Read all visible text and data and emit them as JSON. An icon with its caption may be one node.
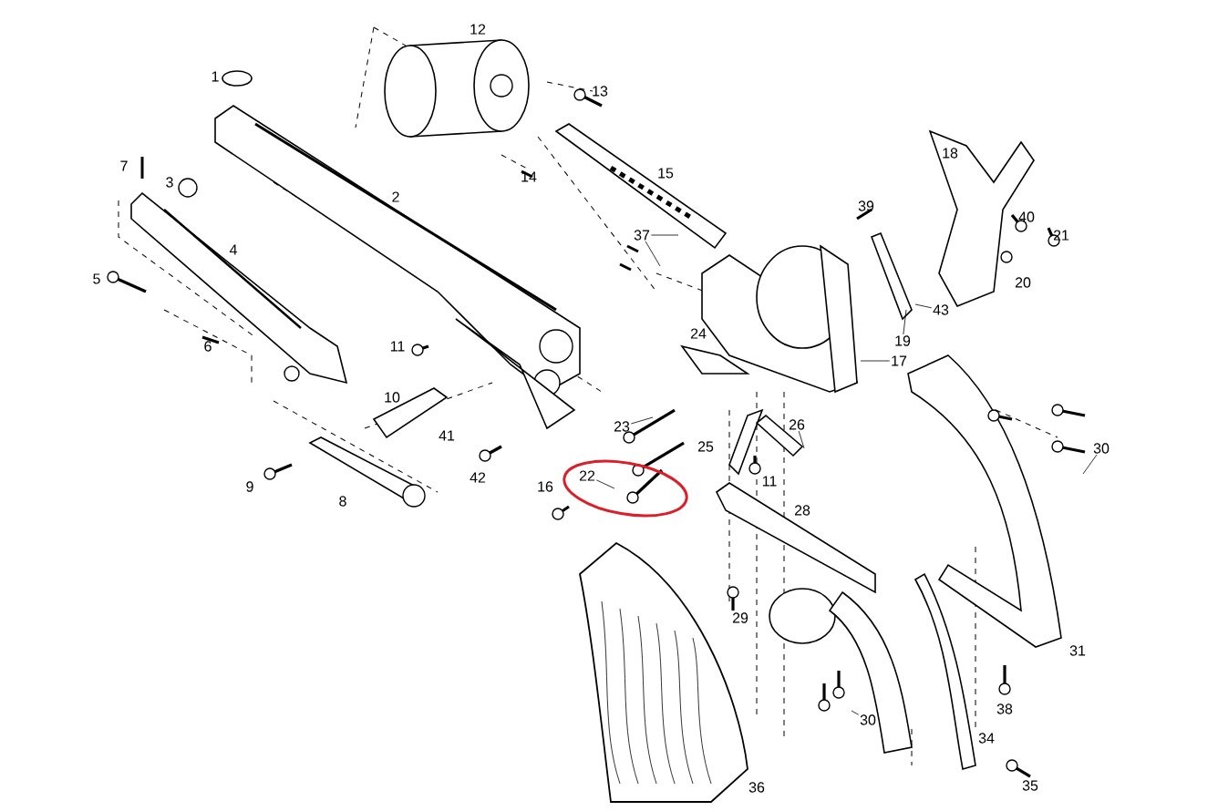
{
  "diagram": {
    "nodes": [
      {
        "text": [],
        "shape": "ellipse"
      },
      {
        "text": [
          "22"
        ],
        "in": 0
      },
      {
        "text": [
          "37"
        ]
      },
      {
        "text": [
          "43"
        ]
      },
      {
        "text": [
          "19"
        ]
      },
      {
        "text": [
          "17"
        ]
      },
      {
        "text": [
          "23"
        ]
      },
      {
        "text": [
          "26"
        ]
      },
      {
        "text": [
          "30"
        ]
      },
      {
        "text": [
          "30"
        ]
      }
    ],
    "edges": [
      {
        "from": 1,
        "to": null,
        "arrow": "none"
      },
      {
        "from": 2,
        "to": null,
        "arrow": "none"
      },
      {
        "from": 2,
        "to": null,
        "arrow": "none"
      },
      {
        "from": 3,
        "to": null,
        "arrow": "none"
      },
      {
        "from": 4,
        "to": null,
        "arrow": "none"
      },
      {
        "from": 5,
        "to": null,
        "arrow": "none"
      },
      {
        "from": 6,
        "to": null,
        "arrow": "none"
      },
      {
        "from": 7,
        "to": null,
        "arrow": "none"
      },
      {
        "from": 8,
        "to": null,
        "arrow": "none"
      },
      {
        "from": 9,
        "to": null,
        "arrow": "none"
      }
    ],
    "labels": [
      "1",
      "12",
      "13",
      "14",
      "2",
      "7",
      "3",
      "4",
      "5",
      "6",
      "15",
      "18",
      "39",
      "40",
      "21",
      "20",
      "24",
      "11",
      "10",
      "41",
      "42",
      "9",
      "8",
      "16",
      "25",
      "11",
      "28",
      "29",
      "31",
      "38",
      "34",
      "35",
      "36"
    ]
  }
}
